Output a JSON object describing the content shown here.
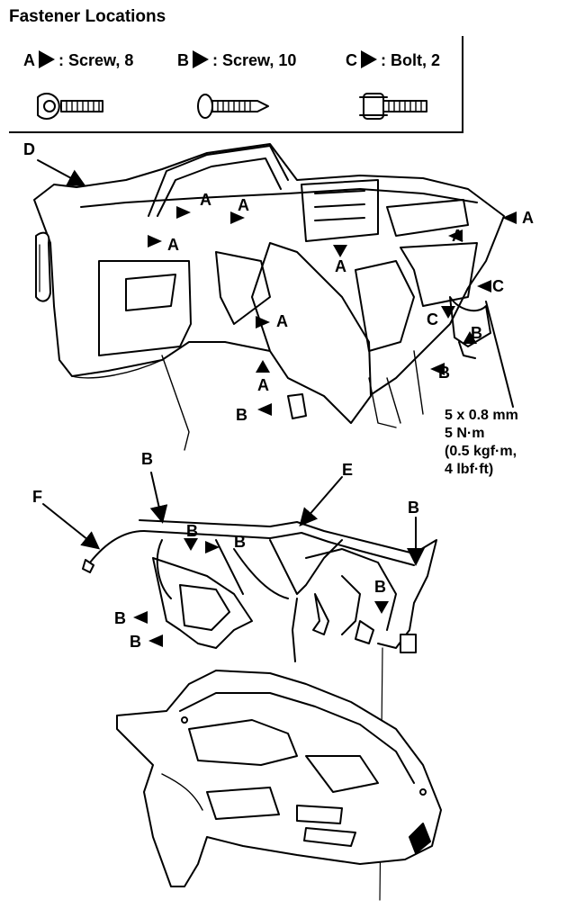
{
  "title": "Fastener Locations",
  "legend": [
    {
      "letter": "A",
      "text": ": Screw, 8"
    },
    {
      "letter": "B",
      "text": ": Screw, 10"
    },
    {
      "letter": "C",
      "text": ": Bolt, 2"
    }
  ],
  "callouts": {
    "D": "D",
    "E": "E",
    "F": "F",
    "A": "A",
    "B": "B",
    "C": "C"
  },
  "spec": {
    "line1": "5 x 0.8 mm",
    "line2": "5 N·m",
    "line3": "(0.5 kgf·m,",
    "line4": "4 lbf·ft)"
  }
}
